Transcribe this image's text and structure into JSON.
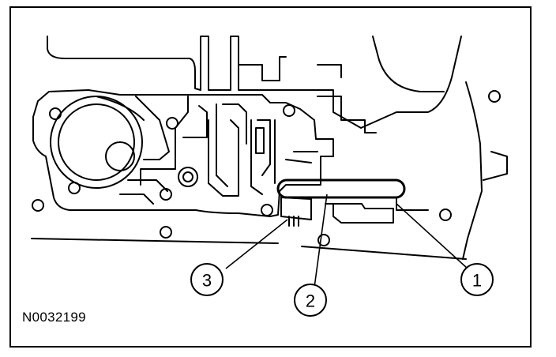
{
  "figure": {
    "id_label": "N0032199"
  },
  "callouts": [
    {
      "label": "1"
    },
    {
      "label": "2"
    },
    {
      "label": "3"
    }
  ],
  "colors": {
    "line": "#000000",
    "background": "#ffffff"
  }
}
